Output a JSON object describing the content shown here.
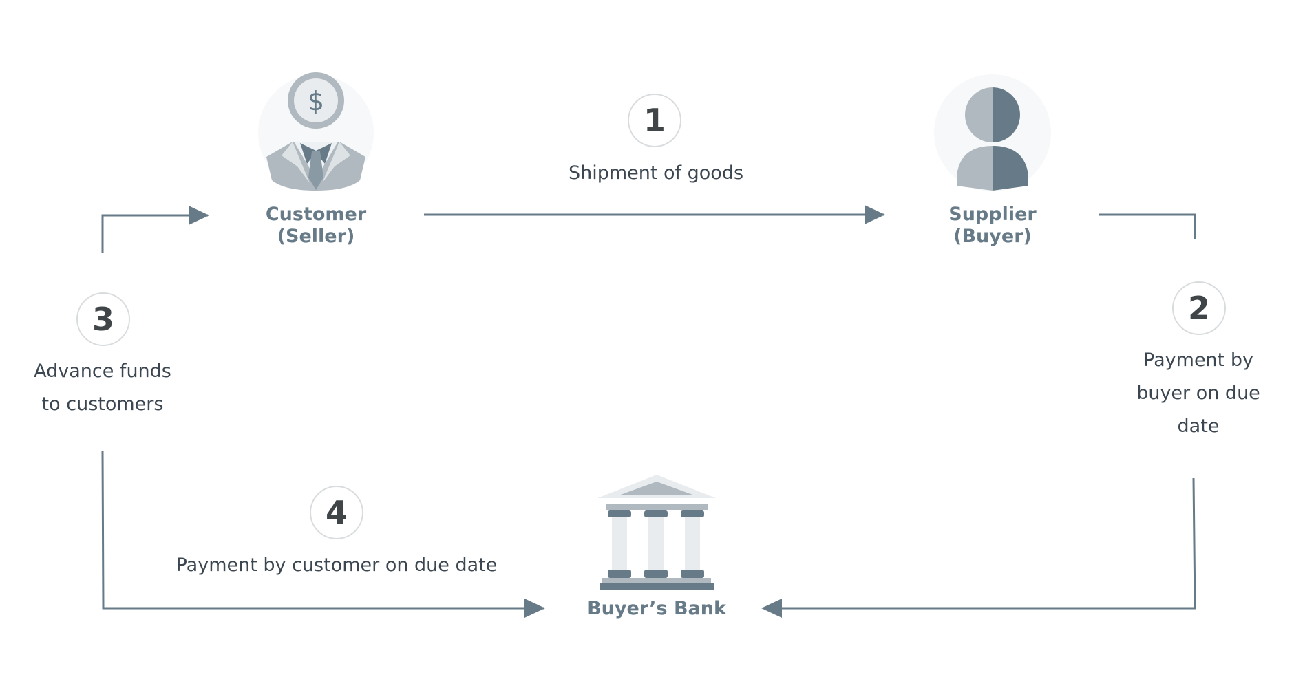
{
  "nodes": {
    "seller": {
      "line1": "Customer",
      "line2": "(Seller)"
    },
    "buyer": {
      "line1": "Supplier",
      "line2": "(Buyer)"
    },
    "bank": {
      "label": "Buyer’s Bank"
    }
  },
  "steps": [
    {
      "number": "1",
      "lines": [
        "Shipment of goods"
      ]
    },
    {
      "number": "2",
      "lines": [
        "Payment by",
        "buyer on due",
        "date"
      ]
    },
    {
      "number": "3",
      "lines": [
        "Advance funds",
        "to customers"
      ]
    },
    {
      "number": "4",
      "lines": [
        "Payment by customer on due date"
      ]
    }
  ],
  "icons": {
    "seller": "businessman-dollar-icon",
    "buyer": "user-person-icon",
    "bank": "bank-building-icon"
  },
  "colors": {
    "arrow": "#667a87",
    "text": "#3b4650",
    "node_label": "#667a87",
    "icon_dark": "#667a87",
    "icon_mid": "#b0b9bf",
    "icon_light": "#e8ecee"
  }
}
